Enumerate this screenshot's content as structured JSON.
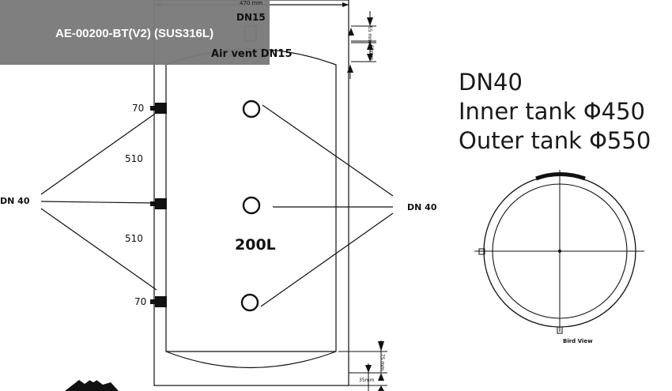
{
  "banner": {
    "title": "AE-00200-BT(V2) (SUS316L)"
  },
  "labels": {
    "top_width": "470 mm",
    "top_connection": "DN15",
    "air_vent": "Air vent DN15",
    "dim_55": "55 mm",
    "dim_60": "60mm",
    "dim_75": "75 mm",
    "dim_35": "35mm",
    "left_offset_top": "70",
    "left_gap_1": "510",
    "left_gap_2": "510",
    "left_offset_bottom": "70",
    "left_dn": "DN 40",
    "right_dn": "DN 40",
    "volume": "200L"
  },
  "spec": {
    "line1": "DN40",
    "line2": "Inner tank Φ450",
    "line3": "Outer tank Φ550"
  },
  "bird_view": {
    "caption": "Bird View"
  },
  "colors": {
    "banner_bg": "#7a7a7a",
    "banner_text": "#ffffff",
    "line": "#111111"
  }
}
